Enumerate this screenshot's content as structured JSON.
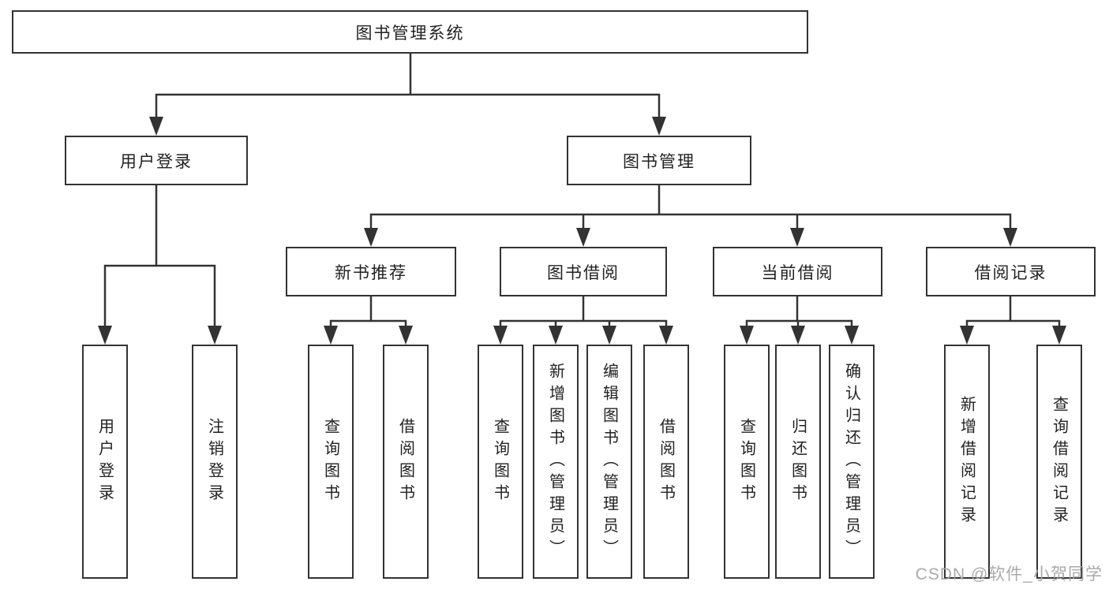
{
  "diagram": {
    "root": {
      "label": "图书管理系统"
    },
    "branches": [
      {
        "label": "用户登录",
        "children": [
          {
            "label": "用户登录"
          },
          {
            "label": "注销登录"
          }
        ]
      },
      {
        "label": "图书管理",
        "children": [
          {
            "label": "新书推荐",
            "children": [
              {
                "label": "查询图书"
              },
              {
                "label": "借阅图书"
              }
            ]
          },
          {
            "label": "图书借阅",
            "children": [
              {
                "label": "查询图书"
              },
              {
                "label": "新增图书（管理员）"
              },
              {
                "label": "编辑图书（管理员）"
              },
              {
                "label": "借阅图书"
              }
            ]
          },
          {
            "label": "当前借阅",
            "children": [
              {
                "label": "查询图书"
              },
              {
                "label": "归还图书"
              },
              {
                "label": "确认归还（管理员）"
              }
            ]
          },
          {
            "label": "借阅记录",
            "children": [
              {
                "label": "新增借阅记录"
              },
              {
                "label": "查询借阅记录"
              }
            ]
          }
        ]
      }
    ]
  },
  "watermark": {
    "text": "CSDN @软件_小贺同学"
  },
  "colors": {
    "line": "#333333",
    "box_border": "#333333",
    "text": "#222222",
    "background": "#ffffff",
    "watermark": "#a5a5a5"
  }
}
